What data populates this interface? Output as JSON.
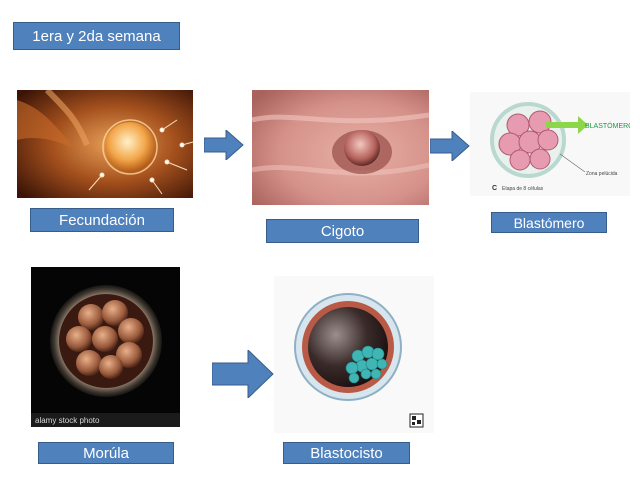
{
  "header": {
    "title": "1era y 2da  semana"
  },
  "stages": {
    "fecundacion": {
      "label": "Fecundación"
    },
    "cigoto": {
      "label": "Cigoto"
    },
    "blastomero": {
      "label": "Blastómero",
      "annotation_blastomeros": "BLASTÓMEROS",
      "annotation_zona": "Zona pelúcida",
      "caption_letter": "C",
      "caption": "Etapa de 8 células"
    },
    "morula": {
      "label": "Morúla",
      "watermark": "alamy stock photo"
    },
    "blastocisto": {
      "label": "Blastocisto"
    }
  },
  "colors": {
    "box_fill": "#4f81bd",
    "box_border": "#385d8a",
    "arrow": "#4f81bd"
  }
}
